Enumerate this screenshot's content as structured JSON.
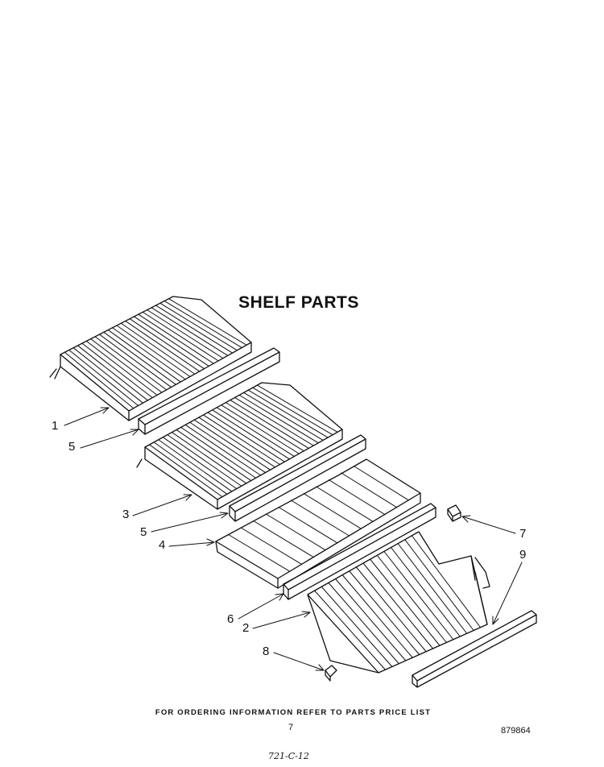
{
  "title": "SHELF PARTS",
  "footer_note": "FOR ORDERING INFORMATION REFER TO PARTS PRICE LIST",
  "page_number": "7",
  "document_number": "879864",
  "handwritten_mark": "721-C-12",
  "callouts": [
    {
      "id": "callout-1",
      "text": "1"
    },
    {
      "id": "callout-5a",
      "text": "5"
    },
    {
      "id": "callout-3",
      "text": "3"
    },
    {
      "id": "callout-5b",
      "text": "5"
    },
    {
      "id": "callout-4",
      "text": "4"
    },
    {
      "id": "callout-7",
      "text": "7"
    },
    {
      "id": "callout-9",
      "text": "9"
    },
    {
      "id": "callout-6",
      "text": "6"
    },
    {
      "id": "callout-2",
      "text": "2"
    },
    {
      "id": "callout-8",
      "text": "8"
    }
  ]
}
